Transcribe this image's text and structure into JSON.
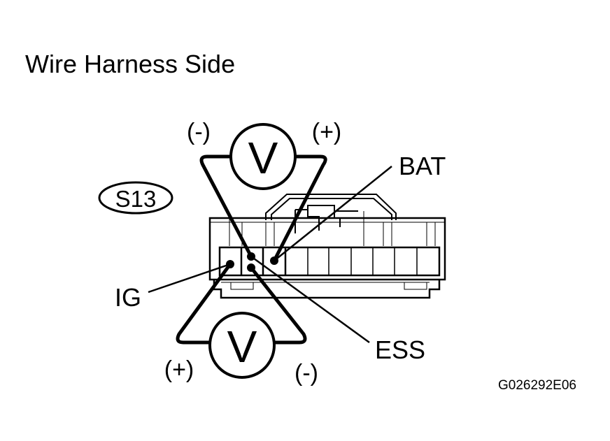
{
  "title": "Wire Harness Side",
  "connector_label": "S13",
  "terminals": {
    "bat": "BAT",
    "ig": "IG",
    "ess": "ESS"
  },
  "meter_top": {
    "symbol": "V",
    "neg": "(-)",
    "pos": "(+)"
  },
  "meter_bottom": {
    "symbol": "V",
    "pos": "(+)",
    "neg": "(-)"
  },
  "figure_code": "G026292E06"
}
